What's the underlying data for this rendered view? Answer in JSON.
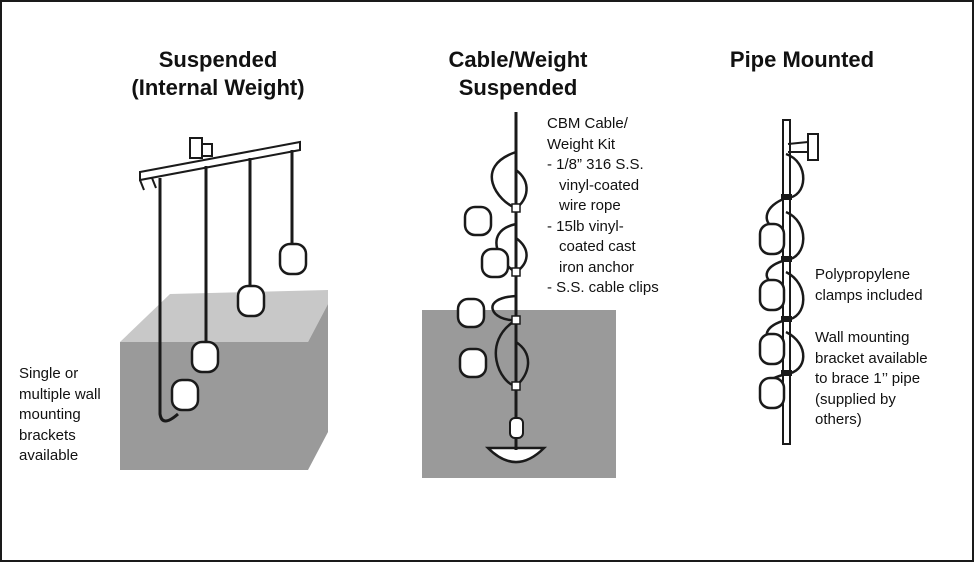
{
  "panels": [
    {
      "title_line1": "Suspended",
      "title_line2": "(Internal Weight)",
      "note_lines": [
        "Single or",
        "multiple wall",
        "mounting",
        "brackets",
        "available"
      ]
    },
    {
      "title_line1": "Cable/Weight",
      "title_line2": "Suspended",
      "note_lines": [
        "CBM Cable/",
        "Weight Kit",
        "- 1/8” 316 S.S.",
        "  vinyl-coated",
        "  wire rope",
        "- 15lb vinyl-",
        "  coated cast",
        "  iron anchor",
        "- S.S. cable clips"
      ]
    },
    {
      "title_line1": "Pipe Mounted",
      "note1_lines": [
        "Polypropylene",
        "clamps included"
      ],
      "note2_lines": [
        "Wall mounting",
        "bracket available",
        "to brace 1’’ pipe",
        "(supplied by",
        "others)"
      ]
    }
  ],
  "colors": {
    "wall": "#9a9a9a",
    "wall_top": "#c8c8c8",
    "line": "#1a1a1a",
    "float": "#ffffff"
  }
}
